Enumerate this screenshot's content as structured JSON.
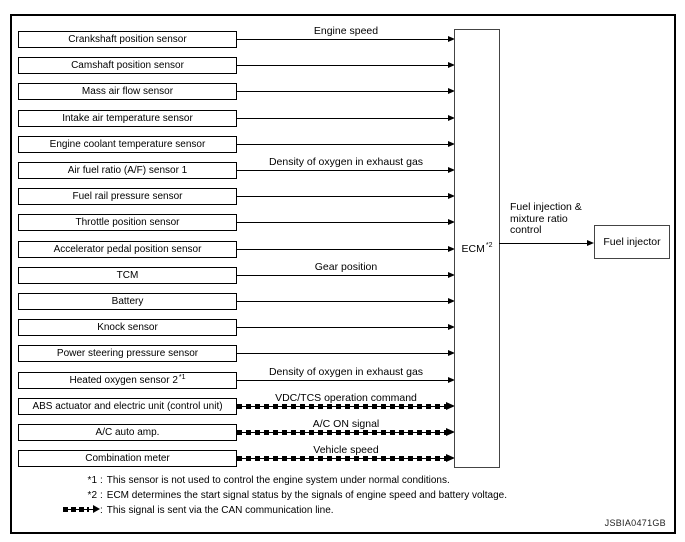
{
  "diagram": {
    "figure_id": "JSBIA0471GB",
    "note_separator": ":",
    "rows": [
      {
        "label": "Crankshaft position sensor",
        "signal": "Engine speed",
        "can": false
      },
      {
        "label": "Camshaft position sensor",
        "signal": "",
        "can": false
      },
      {
        "label": "Mass air flow sensor",
        "signal": "",
        "can": false
      },
      {
        "label": "Intake air temperature sensor",
        "signal": "",
        "can": false
      },
      {
        "label": "Engine coolant temperature sensor",
        "signal": "",
        "can": false
      },
      {
        "label": "Air fuel ratio (A/F) sensor 1",
        "signal": "Density of oxygen in exhaust gas",
        "can": false
      },
      {
        "label": "Fuel rail pressure sensor",
        "signal": "",
        "can": false
      },
      {
        "label": "Throttle position sensor",
        "signal": "",
        "can": false
      },
      {
        "label": "Accelerator pedal position sensor",
        "signal": "",
        "can": false
      },
      {
        "label": "TCM",
        "signal": "Gear position",
        "can": false
      },
      {
        "label": "Battery",
        "signal": "",
        "can": false
      },
      {
        "label": "Knock sensor",
        "signal": "",
        "can": false
      },
      {
        "label": "Power steering pressure sensor",
        "signal": "",
        "can": false
      },
      {
        "label": "Heated oxygen sensor 2",
        "sup": "*1",
        "signal": "Density of oxygen in exhaust gas",
        "can": false
      },
      {
        "label": "ABS actuator and electric unit (control unit)",
        "signal": "VDC/TCS operation command",
        "can": true
      },
      {
        "label": "A/C auto amp.",
        "signal": "A/C ON signal",
        "can": true
      },
      {
        "label": "Combination meter",
        "signal": "Vehicle speed",
        "can": true
      }
    ],
    "ecm": {
      "label": "ECM",
      "sup": "*2"
    },
    "output": {
      "signal": "Fuel injection &\nmixture ratio\ncontrol",
      "target": "Fuel injector"
    },
    "notes": [
      {
        "prefix": "*1",
        "text": "This sensor is not used to control the engine system under normal conditions."
      },
      {
        "prefix": "*2",
        "text": "ECM determines the start signal status by the signals of engine speed and battery voltage."
      },
      {
        "prefix_icon": "can-dashed-arrow-icon",
        "text": "This signal is sent via the CAN communication line."
      }
    ],
    "colors": {
      "line": "#000000",
      "background": "#ffffff",
      "box_border": "#000000"
    }
  }
}
